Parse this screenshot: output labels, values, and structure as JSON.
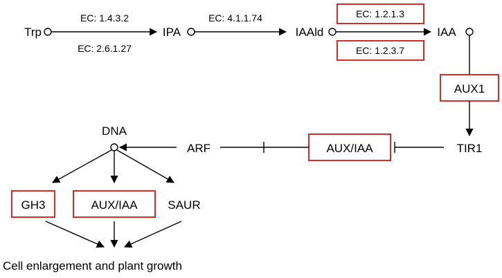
{
  "pathway": {
    "nodes": {
      "trp": "Trp",
      "ipa": "IPA",
      "iaald": "IAAld",
      "iaa": "IAA",
      "aux1": "AUX1",
      "tir1": "TIR1",
      "aux_iaa_repressor": "AUX/IAA",
      "arf": "ARF",
      "dna": "DNA",
      "gh3": "GH3",
      "aux_iaa_gene": "AUX/IAA",
      "saur": "SAUR"
    },
    "enzymes": {
      "trp_ipa_top": "EC: 1.4.3.2",
      "trp_ipa_bottom": "EC: 2.6.1.27",
      "ipa_iaald": "EC: 4.1.1.74",
      "iaald_iaa_top": "EC: 1.2.1.3",
      "iaald_iaa_bottom": "EC: 1.2.3.7"
    },
    "outcome": "Cell enlargement and plant growth"
  },
  "colors": {
    "highlight": "#d42a2a",
    "line": "#000000"
  }
}
